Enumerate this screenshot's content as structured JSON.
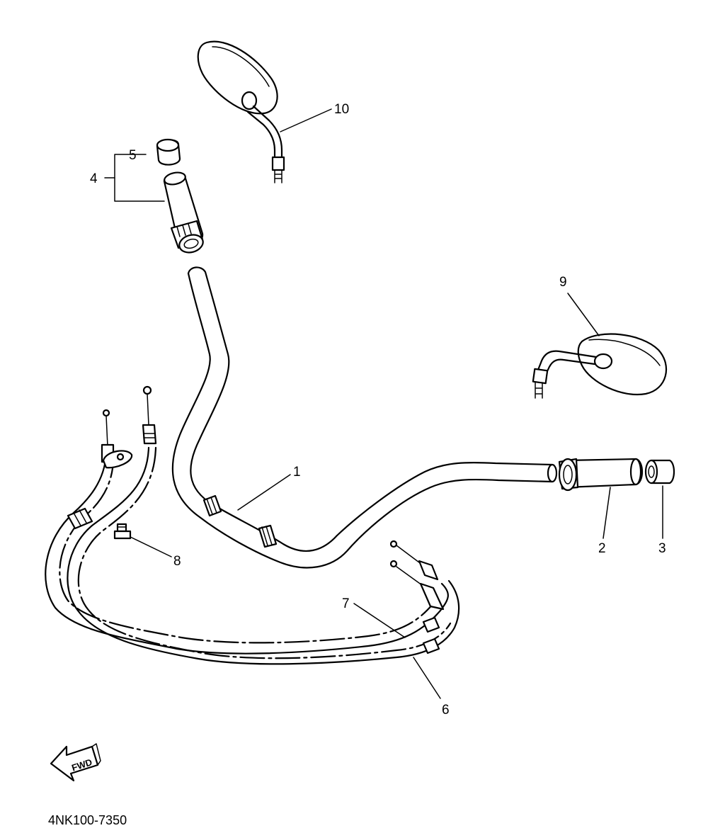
{
  "diagram": {
    "parts": [
      {
        "id": "part-1",
        "number": "1"
      },
      {
        "id": "part-2",
        "number": "2"
      },
      {
        "id": "part-3",
        "number": "3"
      },
      {
        "id": "part-4",
        "number": "4"
      },
      {
        "id": "part-5",
        "number": "5"
      },
      {
        "id": "part-6",
        "number": "6"
      },
      {
        "id": "part-7",
        "number": "7"
      },
      {
        "id": "part-8",
        "number": "8"
      },
      {
        "id": "part-9",
        "number": "9"
      },
      {
        "id": "part-10",
        "number": "10"
      }
    ],
    "direction_marker": "FWD",
    "diagram_code": "4NK100-7350"
  }
}
